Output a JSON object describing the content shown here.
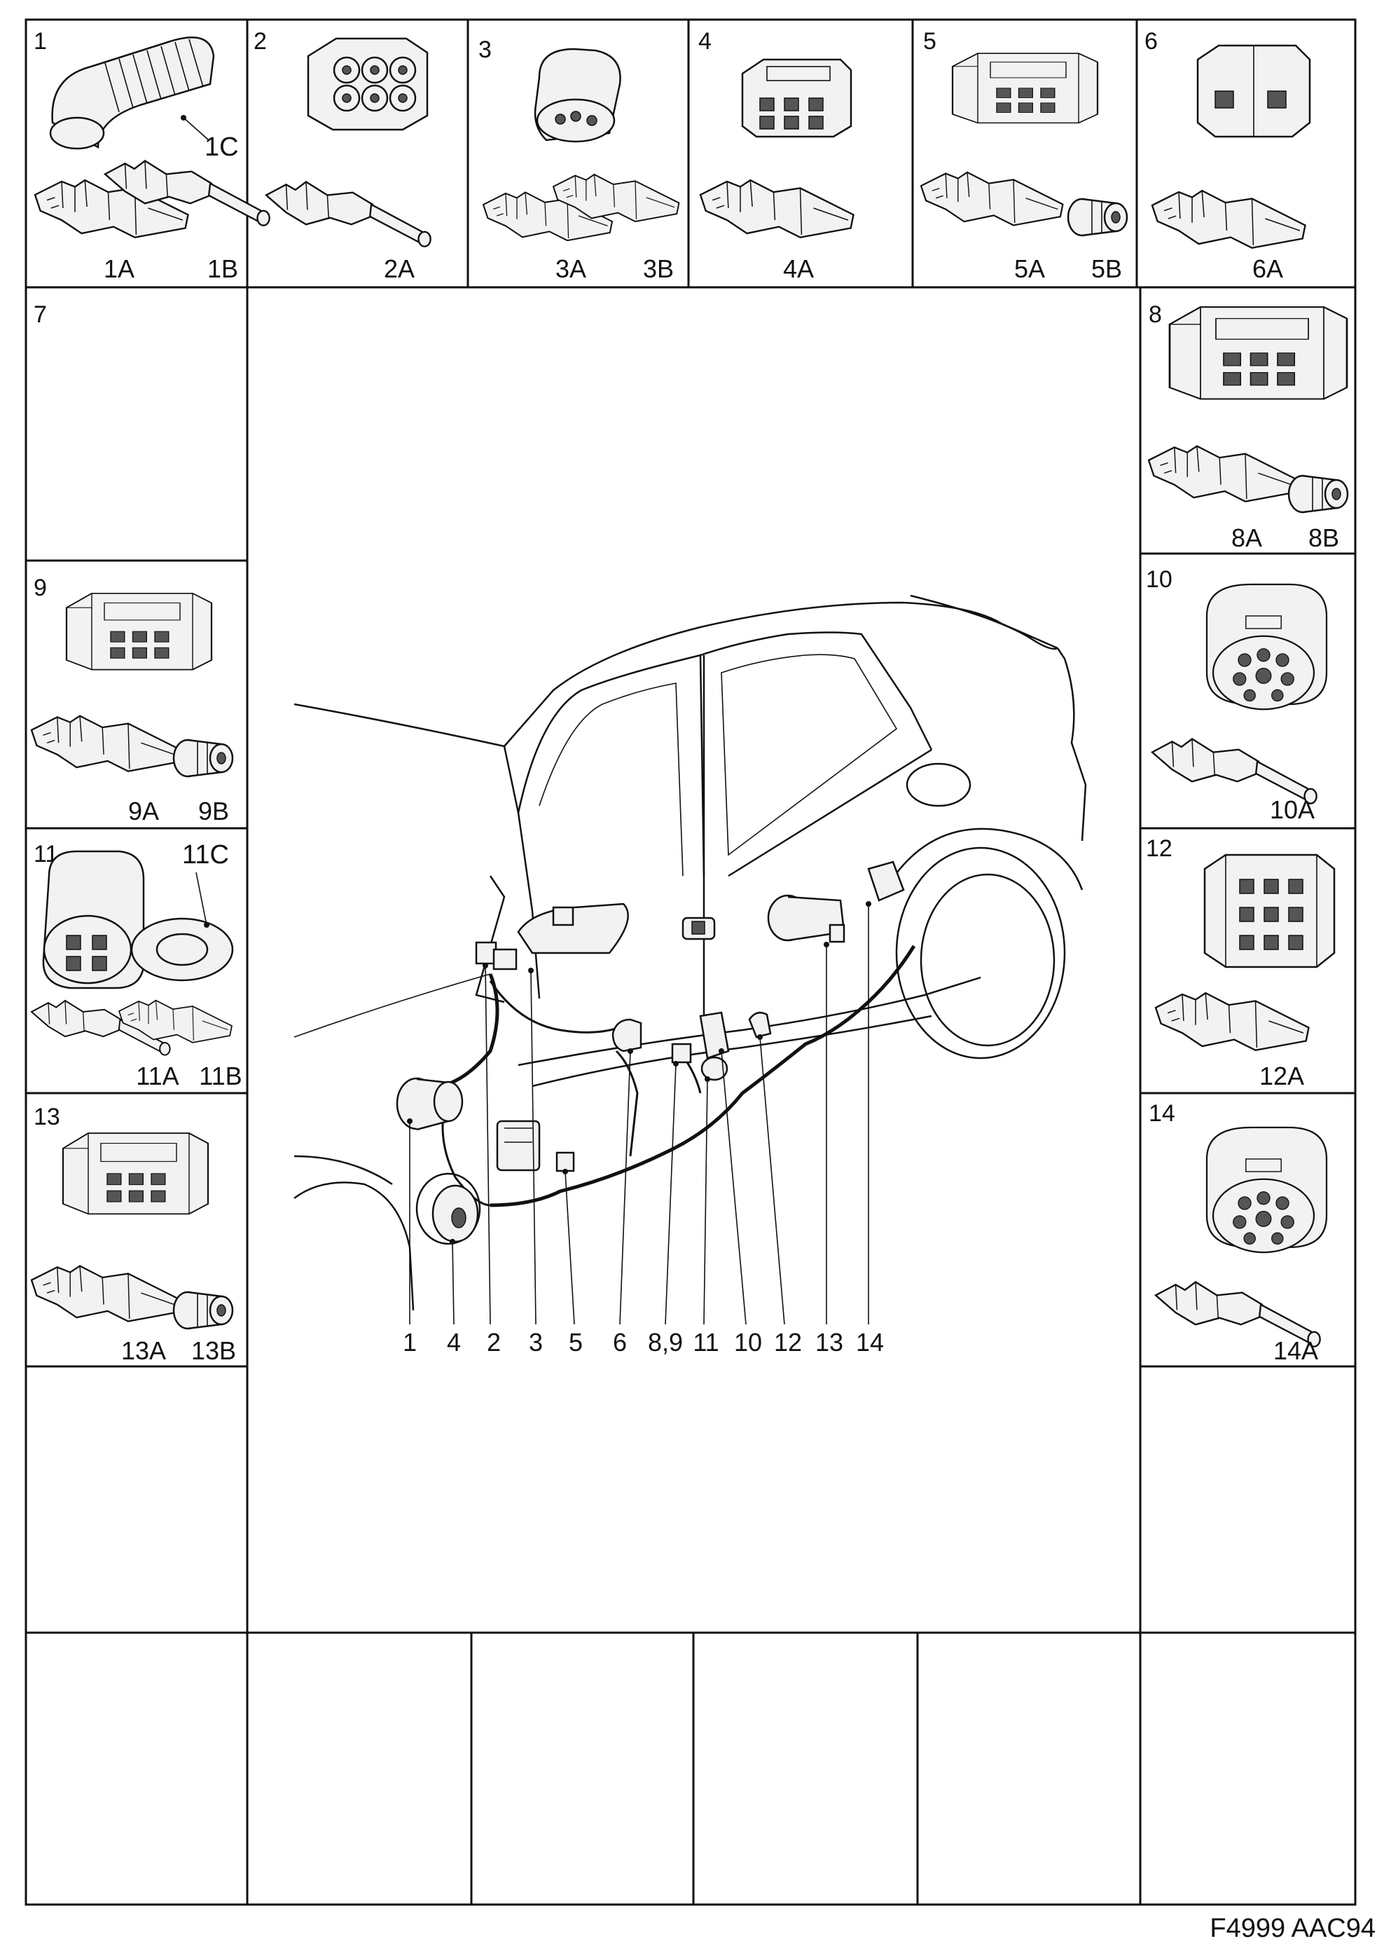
{
  "panels": {
    "p1": {
      "number": "1",
      "parts": [
        "1A",
        "1B"
      ],
      "callout": "1C"
    },
    "p2": {
      "number": "2",
      "parts": [
        "2A"
      ]
    },
    "p3": {
      "number": "3",
      "parts": [
        "3A",
        "3B"
      ]
    },
    "p4": {
      "number": "4",
      "parts": [
        "4A"
      ]
    },
    "p5": {
      "number": "5",
      "parts": [
        "5A",
        "5B"
      ]
    },
    "p6": {
      "number": "6",
      "parts": [
        "6A"
      ]
    },
    "p7": {
      "number": "7"
    },
    "p8": {
      "number": "8",
      "parts": [
        "8A",
        "8B"
      ]
    },
    "p9": {
      "number": "9",
      "parts": [
        "9A",
        "9B"
      ]
    },
    "p10": {
      "number": "10",
      "parts": [
        "10A"
      ]
    },
    "p11": {
      "number": "11",
      "parts": [
        "11A",
        "11B"
      ],
      "callout": "11C"
    },
    "p12": {
      "number": "12",
      "parts": [
        "12A"
      ]
    },
    "p13": {
      "number": "13",
      "parts": [
        "13A",
        "13B"
      ]
    },
    "p14": {
      "number": "14",
      "parts": [
        "14A"
      ]
    }
  },
  "main_callouts": [
    "1",
    "4",
    "2",
    "3",
    "5",
    "6",
    "8,9",
    "11",
    "10",
    "12",
    "13",
    "14"
  ],
  "figure_code": "F4999 AAC94"
}
